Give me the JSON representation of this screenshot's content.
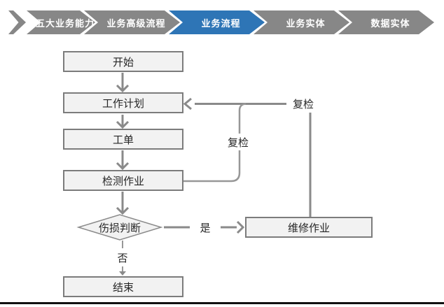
{
  "nav": {
    "items": [
      {
        "label": "五大业务能力",
        "active": false
      },
      {
        "label": "业务高级流程",
        "active": false
      },
      {
        "label": "业务流程",
        "active": true
      },
      {
        "label": "业务实体",
        "active": false
      },
      {
        "label": "数据实体",
        "active": false
      }
    ]
  },
  "flowchart": {
    "nodes": {
      "start": "开始",
      "plan": "工作计划",
      "order": "工单",
      "inspect": "检测作业",
      "decision": "伤损判断",
      "repair": "维修作业",
      "end": "结束"
    },
    "edge_labels": {
      "recheck_inner": "复检",
      "recheck_outer": "复检",
      "yes": "是",
      "no": "否"
    }
  },
  "colors": {
    "nav_gray": "#878787",
    "nav_active_blue": "#2E75B6",
    "node_fill": "#F2F2F2",
    "node_border": "#7C7C7C",
    "connector_gray": "#8A8A8A",
    "text_dark": "#262626",
    "bottom_rule": "#111111"
  }
}
